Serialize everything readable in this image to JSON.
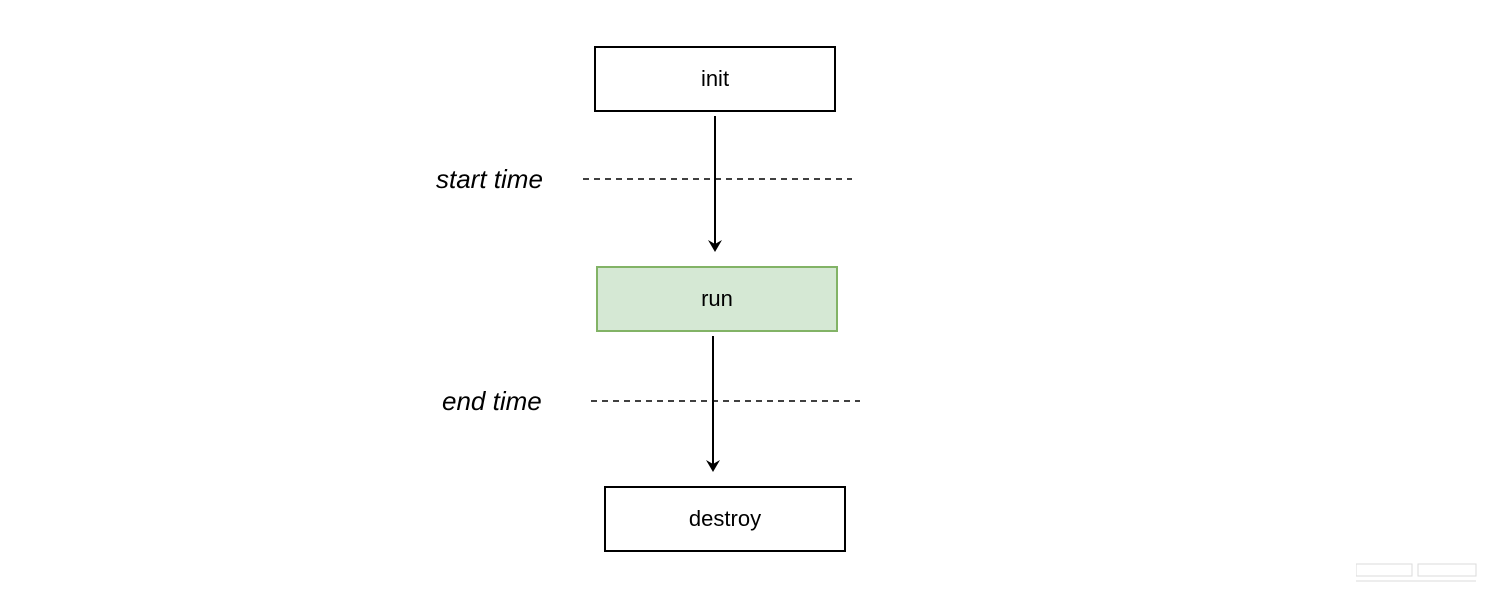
{
  "nodes": {
    "init": {
      "label": "init"
    },
    "run": {
      "label": "run"
    },
    "destroy": {
      "label": "destroy"
    }
  },
  "markers": {
    "start": {
      "label": "start time"
    },
    "end": {
      "label": "end time"
    }
  },
  "colors": {
    "default_border": "#000000",
    "default_fill": "#ffffff",
    "run_border": "#82b366",
    "run_fill": "#d5e8d4",
    "edge": "#000000"
  },
  "edges": [
    {
      "from": "init",
      "to": "run"
    },
    {
      "from": "run",
      "to": "destroy"
    }
  ]
}
